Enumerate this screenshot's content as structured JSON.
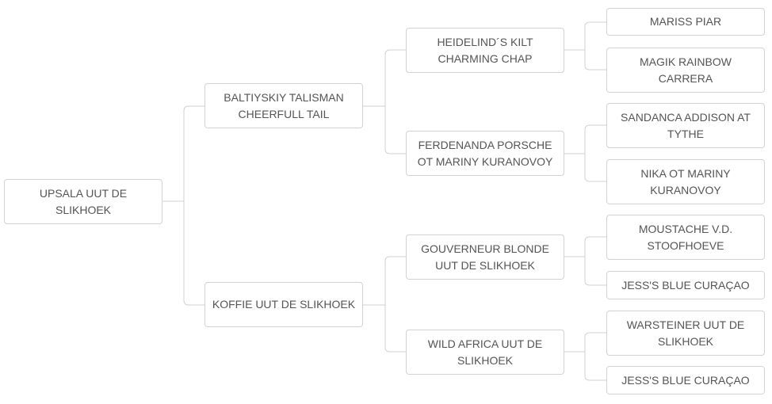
{
  "pedigree": {
    "subject": "UPSALA UUT DE SLIKHOEK",
    "sire": "BALTIYSKIY TALISMAN CHEERFULL TAIL",
    "dam": "KOFFIE UUT DE SLIKHOEK",
    "sire_sire": "HEIDELIND´S KILT CHARMING CHAP",
    "sire_dam": "FERDENANDA PORSCHE OT MARINY KURANOVOY",
    "dam_sire": "GOUVERNEUR BLONDE UUT DE SLIKHOEK",
    "dam_dam": "WILD AFRICA UUT DE SLIKHOEK",
    "gen4": [
      "MARISS PIAR",
      "MAGIK RAINBOW CARRERA",
      "SANDANCA ADDISON AT TYTHE",
      "NIKA OT MARINY KURANOVOY",
      "MOUSTACHE V.D. STOOFHOEVE",
      "JESS'S BLUE CURAÇAO",
      "WARSTEINER UUT DE SLIKHOEK",
      "JESS'S BLUE CURAÇAO"
    ]
  }
}
